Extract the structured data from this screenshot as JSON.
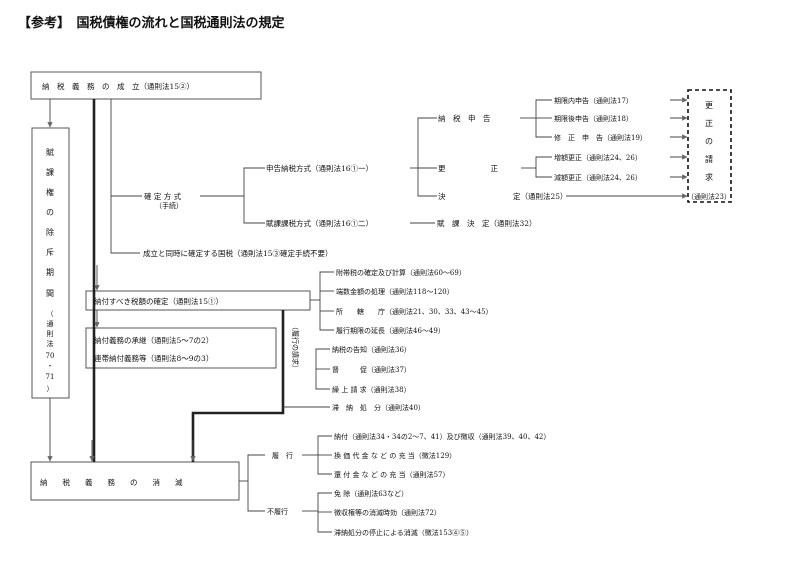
{
  "title": "【参考】　国税債権の流れと国税通則法の規定",
  "nodes": {
    "seiritsu": "納　税　義　務　の　成　立（通則法15②）",
    "jokyaku_chars": [
      "賦",
      "課",
      "権",
      "の",
      "除",
      "斥",
      "期",
      "間"
    ],
    "jokyaku_law_chars": [
      "（",
      "通",
      "則",
      "法",
      "70",
      "・",
      "71",
      "）"
    ],
    "kakutei_houshiki": "確 定 方 式",
    "tetsuzuki": "（手続）",
    "shinkoku_noufu": "申告納税方式（通則法16①一）",
    "fuka_kazei": "賦課課税方式（通則法16①二）",
    "seiritsu_doji": "成立と同時に確定する国税（通則法15③確定手続不要）",
    "nozei_shinkoku": "納　税　申　告",
    "kosei": "更　　　　　　正",
    "kettei": "決　　　　　　　　　定（通則法25）",
    "fuka_kettei": "賦　課　決　定（通則法32）",
    "kigennai": "期限内申告（通則法17）",
    "kigengo": "期限後申告（通則法18）",
    "shusei": "修　正　申　告（通則法19）",
    "zougaku": "増額更正（通則法24、26）",
    "gengaku": "減額更正（通則法24、26）",
    "kosei_seikyu_chars": [
      "更",
      "正",
      "の",
      "請",
      "求"
    ],
    "kosei_seikyu_law": "（通則法23）",
    "nofu_kakutei": "納付すべき税額の確定（通則法15①）",
    "shokei": "納付義務の承継（通則法5～7の2）",
    "rentai": "連帯納付義務等（通則法8～9の3）",
    "futaizei": "附帯税の確定及び計算（通則法60～69）",
    "hasu": "端数金額の処理（通則法118～120）",
    "shokatsu": "所　　轄　　庁（通則法21、30、33、43～45）",
    "enchou": "履行期限の延長（通則法46～49）",
    "rikou_seikyu": "（履行の請求）",
    "nozei_kokuchi": "納税の告知（通則法36）",
    "tokusoku": "督　　　促（通則法37）",
    "kuriage": "繰 上 請 求（通則法38）",
    "taino": "滞　納　処　分（通則法40）",
    "shometsu": "納　　税　　義　　務　　の　　消　　滅",
    "rikou": "履　行",
    "furikou": "不履行",
    "nofu": "納付（通則法34・34の2～7、41）及び徴収（通則法39、40、42）",
    "kanpu": "換 価 代 金 な ど の 充 当（徴法129）",
    "kanpukin": "還 付 金 な ど の 充 当（通則法57）",
    "menjo": "免 除（通則法63など）",
    "jiko": "徴収権等の消滅時効（通則法72）",
    "teishi": "滞納処分の停止による消滅（徴法153④⑤）"
  }
}
